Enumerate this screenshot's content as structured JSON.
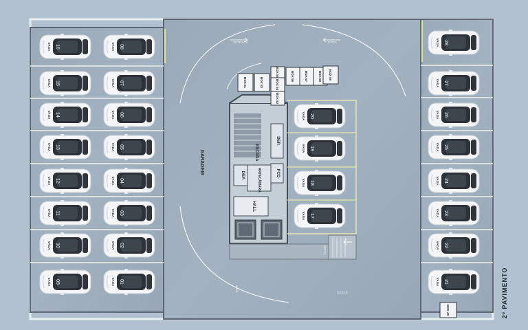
{
  "title": "2º PAVIMENTO",
  "parking": {
    "vaga_label": "VAGA",
    "left_spots": [
      "01",
      "02",
      "03",
      "04",
      "05",
      "06",
      "07",
      "08",
      "09",
      "10",
      "11",
      "12",
      "13",
      "14",
      "15",
      "16"
    ],
    "center_spots": [
      "17",
      "18",
      "19",
      "20"
    ],
    "right_spots": [
      "21",
      "22",
      "23",
      "24",
      "25",
      "26",
      "27",
      "28"
    ]
  },
  "boxes": {
    "prefix": "BOX",
    "top": [
      "51",
      "52",
      "53",
      "54",
      "55",
      "56",
      "57",
      "58",
      "59"
    ],
    "corner": "40"
  },
  "labels": {
    "garagem": "GARAGEM",
    "escada": "ESCADA",
    "dea": "DEA",
    "antecamara": "ANTECÂMARA",
    "dep": "DEP.",
    "pcd": "PCD",
    "hall": "HALL",
    "entrada": "ENTRADA",
    "saida": "SAÍDA",
    "rampa": "RAMPA",
    "sobe": "SOBE",
    "desce": "DESCE"
  }
}
